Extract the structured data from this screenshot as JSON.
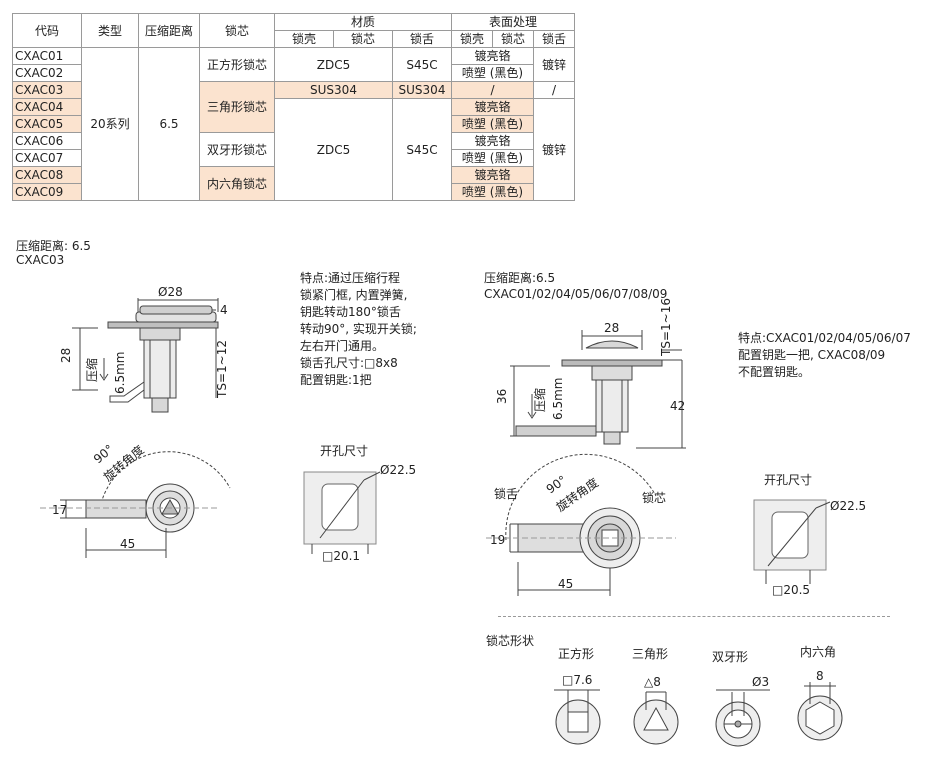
{
  "table": {
    "headers": {
      "code": "代码",
      "type": "类型",
      "compression": "压缩距离",
      "core": "锁芯",
      "material": "材质",
      "surface": "表面处理",
      "sub": [
        "锁壳",
        "锁芯",
        "锁舌",
        "锁壳",
        "锁芯",
        "锁舌"
      ]
    },
    "codes": [
      "CXAC01",
      "CXAC02",
      "CXAC03",
      "CXAC04",
      "CXAC05",
      "CXAC06",
      "CXAC07",
      "CXAC08",
      "CXAC09"
    ],
    "type_value": "20系列",
    "compression_value": "6.5",
    "cores": {
      "square": "正方形锁芯",
      "triangle": "三角形锁芯",
      "double": "双牙形锁芯",
      "hex": "内六角锁芯"
    },
    "materials": {
      "zdc5": "ZDC5",
      "s45c": "S45C",
      "sus304": "SUS304"
    },
    "surface": {
      "chrome": "镀亮铬",
      "spray": "喷塑 (黑色)",
      "slash": "/",
      "zinc": "镀锌"
    }
  },
  "left_drawing": {
    "compression": "压缩距离: 6.5",
    "model": "CXAC03",
    "dim_dia": "Ø28",
    "dim_4": "4",
    "dim_28": "28",
    "dim_ts": "TS=1~12",
    "press": "压缩",
    "press_mm": "6.5mm",
    "angle": "90°",
    "rotate": "旋转角度",
    "dim_17": "17",
    "dim_45": "45"
  },
  "features_left": {
    "lines": [
      "特点:通过压缩行程",
      "锁紧门框, 内置弹簧,",
      "钥匙转动180°锁舌",
      "转动90°, 实现开关锁;",
      "左右开门通用。",
      "锁舌孔尺寸:□8x8",
      "配置钥匙:1把"
    ]
  },
  "cutout_left": {
    "title": "开孔尺寸",
    "dia": "Ø22.5",
    "sq": "□20.1"
  },
  "right_drawing": {
    "compression": "压缩距离:6.5",
    "models": "CXAC01/02/04/05/06/07/08/09",
    "dim_28": "28",
    "dim_ts": "TS=1~16",
    "dim_36": "36",
    "dim_42": "42",
    "press": "压缩",
    "press_mm": "6.5mm",
    "angle": "90°",
    "rotate": "旋转角度",
    "tongue": "锁舌",
    "core": "锁芯",
    "dim_19": "19",
    "dim_45": "45"
  },
  "features_right": {
    "lines": [
      "特点:CXAC01/02/04/05/06/07",
      "配置钥匙一把, CXAC08/09",
      "不配置钥匙。"
    ]
  },
  "cutout_right": {
    "title": "开孔尺寸",
    "dia": "Ø22.5",
    "sq": "□20.5"
  },
  "core_shapes": {
    "title": "锁芯形状",
    "items": [
      {
        "name": "正方形",
        "dim": "□7.6"
      },
      {
        "name": "三角形",
        "dim": "△8"
      },
      {
        "name": "双牙形",
        "dim": "Ø3"
      },
      {
        "name": "内六角",
        "dim": "8"
      }
    ]
  }
}
